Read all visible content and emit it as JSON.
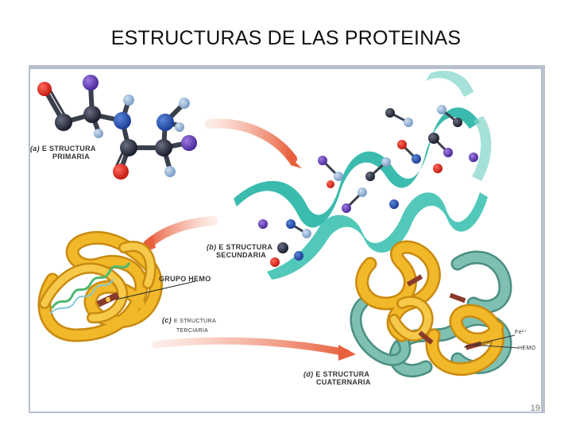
{
  "slide": {
    "title": "ESTRUCTURAS  DE LAS PROTEINAS",
    "page_number": "19"
  },
  "figure": {
    "labels": {
      "primaria_tag": "(a)",
      "primaria_line1": "E STRUCTURA",
      "primaria_line2": "PRIMARIA",
      "secundaria_tag": "(b)",
      "secundaria_line1": "E STRUCTURA",
      "secundaria_line2": "SECUNDARIA",
      "grupo_hemo": "GRUPO HEMO",
      "terciaria_tag": "(c)",
      "terciaria_line1": "E STRUCTURA",
      "terciaria_line2": "TERCIARIA",
      "cuaternaria_tag": "(d)",
      "cuaternaria_line1": "E STRUCTURA",
      "cuaternaria_line2": "CUATERNARIA",
      "fe": "Fe²⁺",
      "hemo": "HEMO"
    },
    "colors": {
      "frame": "#b7c0cc",
      "arrow": "#e8603d",
      "helix": "#2fb7a9",
      "gold": "#f1b82a",
      "teal_chain": "#6fb4a5"
    }
  }
}
